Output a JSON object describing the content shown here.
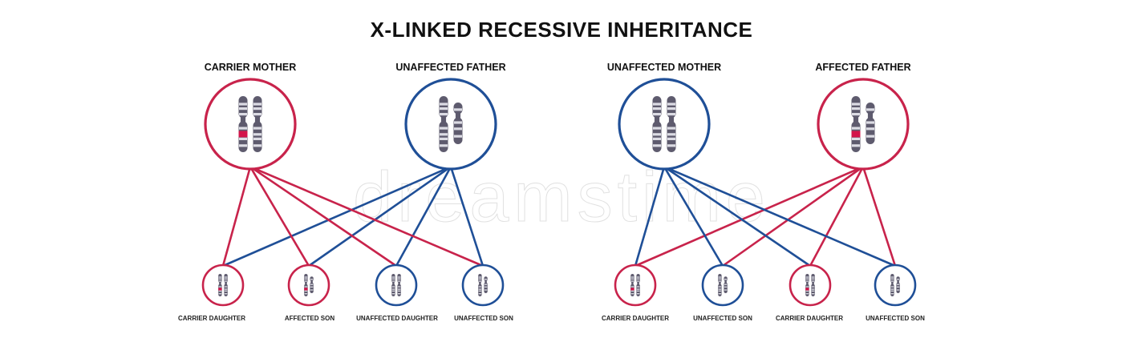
{
  "title": "X-LINKED RECESSIVE INHERITANCE",
  "watermark": "dreamstime",
  "colors": {
    "carrier_red": "#c8234b",
    "normal_blue": "#1f4f97",
    "mutation_red": "#d3144a",
    "chromosome_dark": "#5e5b6e",
    "chromosome_light": "#dcdce4"
  },
  "families": [
    {
      "mother": {
        "label": "CARRIER MOTHER",
        "status": "carrier"
      },
      "father": {
        "label": "UNAFFECTED FATHER",
        "status": "unaffected"
      },
      "children": [
        {
          "label": "CARRIER DAUGHTER",
          "status": "carrier",
          "sex": "female"
        },
        {
          "label": "AFFECTED SON",
          "status": "affected",
          "sex": "male"
        },
        {
          "label": "UNAFFECTED DAUGHTER",
          "status": "unaffected",
          "sex": "female"
        },
        {
          "label": "UNAFFECTED SON",
          "status": "unaffected",
          "sex": "male"
        }
      ]
    },
    {
      "mother": {
        "label": "UNAFFECTED MOTHER",
        "status": "unaffected"
      },
      "father": {
        "label": "AFFECTED FATHER",
        "status": "affected"
      },
      "children": [
        {
          "label": "CARRIER DAUGHTER",
          "status": "carrier",
          "sex": "female"
        },
        {
          "label": "UNAFFECTED SON",
          "status": "unaffected",
          "sex": "male"
        },
        {
          "label": "CARRIER DAUGHTER",
          "status": "carrier",
          "sex": "female"
        },
        {
          "label": "UNAFFECTED SON",
          "status": "unaffected",
          "sex": "male"
        }
      ]
    }
  ]
}
